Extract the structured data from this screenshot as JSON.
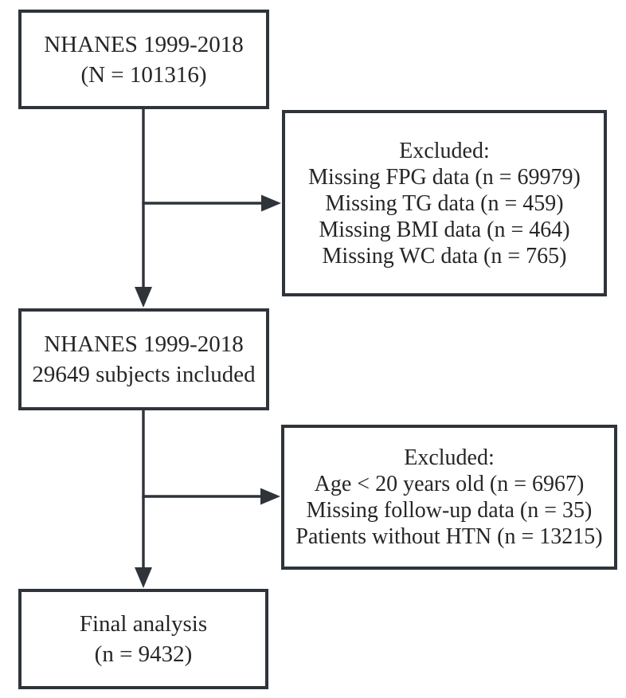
{
  "diagram": {
    "type": "study-flowchart",
    "colors": {
      "line": "#2f343b",
      "text": "#262626",
      "background": "#ffffff"
    },
    "boxes": {
      "source": {
        "lines": [
          "NHANES 1999-2018",
          "(N = 101316)"
        ]
      },
      "excluded1": {
        "lines": [
          "Excluded:",
          "Missing FPG data (n = 69979)",
          "Missing TG data (n = 459)",
          "Missing BMI data (n = 464)",
          "Missing WC data (n = 765)"
        ]
      },
      "included": {
        "lines": [
          "NHANES 1999-2018",
          "29649 subjects included"
        ]
      },
      "excluded2": {
        "lines": [
          "Excluded:",
          "Age < 20 years old (n = 6967)",
          "Missing follow-up data (n = 35)",
          "Patients without HTN (n = 13215)"
        ]
      },
      "final": {
        "lines": [
          "Final analysis",
          "(n = 9432)"
        ]
      }
    }
  }
}
